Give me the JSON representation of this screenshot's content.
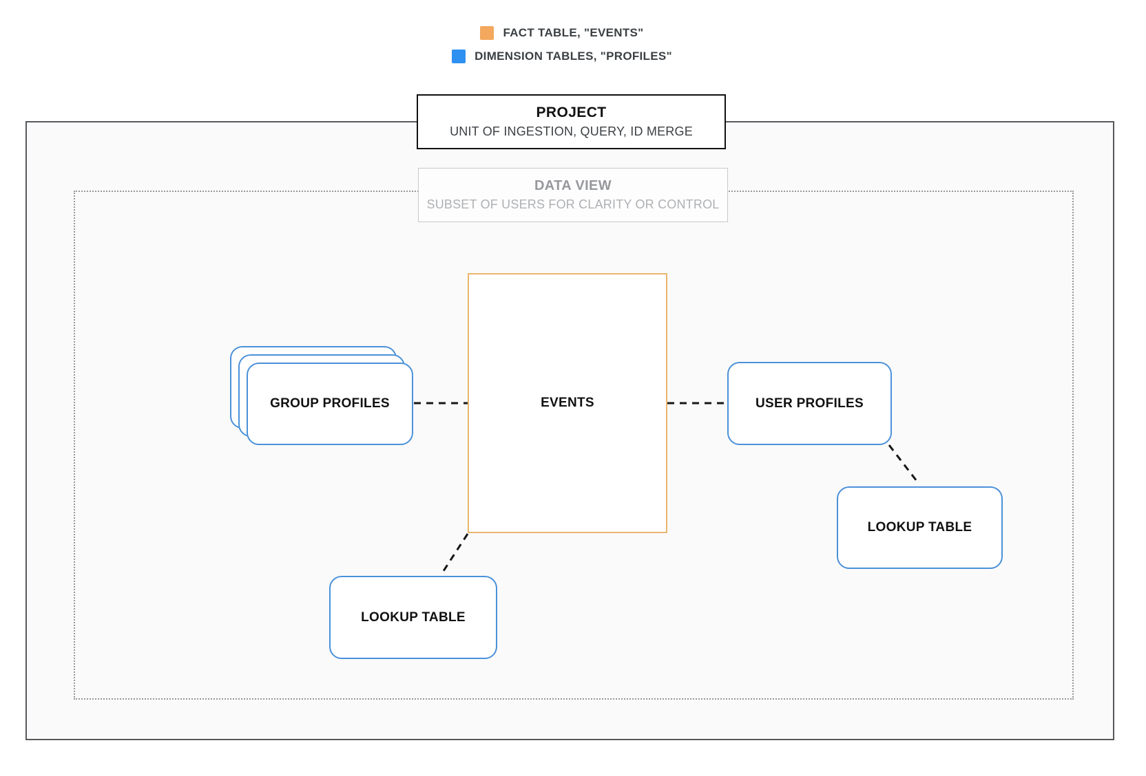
{
  "legend": {
    "items": [
      {
        "swatch": "fact-table-swatch",
        "swatch_color": "#F3A85E",
        "label": "FACT TABLE, \"EVENTS\""
      },
      {
        "swatch": "dimension-table-swatch",
        "swatch_color": "#2E90F0",
        "label": "DIMENSION TABLES, \"PROFILES\""
      }
    ]
  },
  "project_box": {
    "title": "PROJECT",
    "subtitle": "UNIT OF INGESTION, QUERY, ID MERGE"
  },
  "data_view_box": {
    "title": "DATA VIEW",
    "subtitle": "SUBSET OF USERS FOR CLARITY OR CONTROL"
  },
  "nodes": {
    "events": {
      "label": "EVENTS",
      "border_color": "#EAB56E"
    },
    "group_profiles": {
      "label": "GROUP PROFILES",
      "border_color": "#4A90D9"
    },
    "user_profiles": {
      "label": "USER PROFILES",
      "border_color": "#4A90D9"
    },
    "lookup_table_bottom": {
      "label": "LOOKUP TABLE",
      "border_color": "#4A90D9"
    },
    "lookup_table_right": {
      "label": "LOOKUP TABLE",
      "border_color": "#4A90D9"
    }
  },
  "containers": {
    "outer_border_color": "#56585B",
    "inner_border_color": "#94979C",
    "connector_color": "#161616"
  }
}
